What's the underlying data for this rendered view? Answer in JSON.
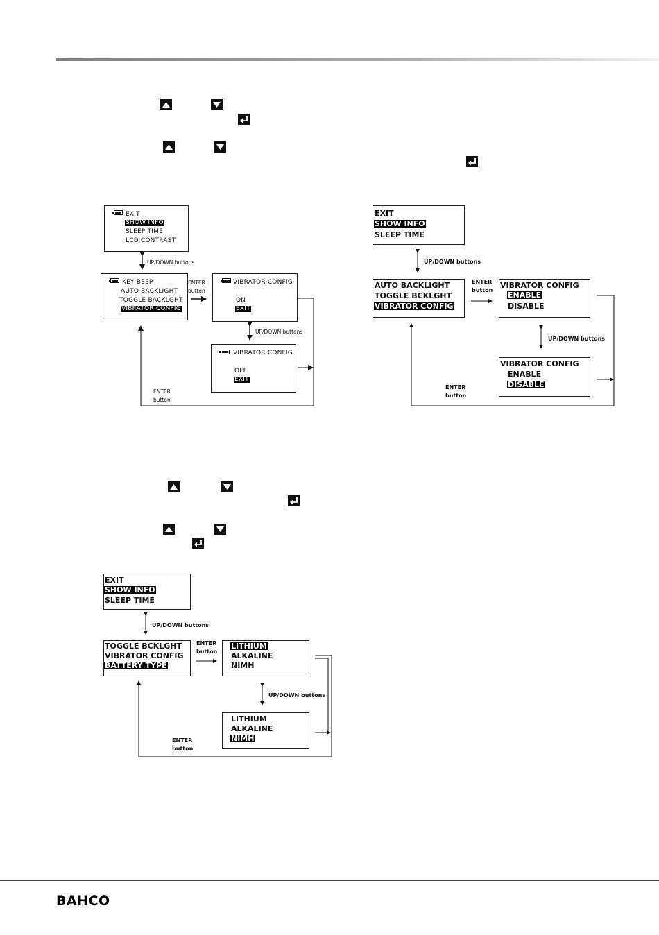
{
  "icons": [
    "up-arrow-key-icon",
    "down-arrow-key-icon",
    "enter-key-icon",
    "battery-icon"
  ],
  "arrow_labels": {
    "updown": "UP/DOWN buttons",
    "enter_top": "ENTER",
    "enter_top_left": "ENTER:",
    "button": "button",
    "enter": "ENTER"
  },
  "diagram_a": {
    "screen1": [
      "EXIT",
      "SHOW INFO",
      "SLEEP TIME",
      "LCD CONTRAST"
    ],
    "screen2": [
      "KEY BEEP",
      "AUTO BACKLIGHT",
      "TOGGLE BACKLGHT",
      "VIBRATOR CONFIG"
    ],
    "screen3": [
      "VIBRATOR CONFIG",
      "ON",
      "EXIT"
    ],
    "screen4": [
      "VIBRATOR CONFIG",
      "OFF",
      "EXIT"
    ]
  },
  "diagram_b": {
    "screen1": [
      "EXIT",
      "SHOW INFO",
      "SLEEP TIME"
    ],
    "screen2": [
      "AUTO BACKLIGHT",
      "TOGGLE BCKLGHT",
      "VIBRATOR CONFIG"
    ],
    "screen3": [
      "VIBRATOR CONFIG",
      "ENABLE",
      "DISABLE"
    ],
    "screen4": [
      "VIBRATOR CONFIG",
      "ENABLE",
      "DISABLE"
    ]
  },
  "diagram_c": {
    "screen1": [
      "EXIT",
      "SHOW INFO",
      "SLEEP TIME"
    ],
    "screen2": [
      "TOGGLE BCKLGHT",
      "VIBRATOR CONFIG",
      "BATTERY TYPE"
    ],
    "screen3": [
      "LITHIUM",
      "ALKALINE",
      "NIMH"
    ],
    "screen4": [
      "LITHIUM",
      "ALKALINE",
      "NIMH"
    ]
  },
  "footer": {
    "brand": "BAHCO"
  }
}
